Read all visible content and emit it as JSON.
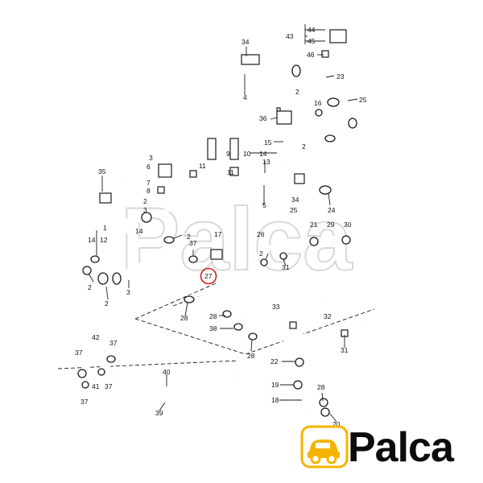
{
  "brand": {
    "logo_text": "Palca",
    "watermark_text": "Palca",
    "logo_color": "#f4b400"
  },
  "highlight_color": "#d21d1d",
  "callouts": [
    {
      "id": "c34a",
      "text": "34"
    },
    {
      "id": "c43",
      "text": "43"
    },
    {
      "id": "c44",
      "text": "44"
    },
    {
      "id": "c45",
      "text": "45"
    },
    {
      "id": "c46",
      "text": "46"
    },
    {
      "id": "c23",
      "text": "23"
    },
    {
      "id": "c4",
      "text": "4"
    },
    {
      "id": "c2a",
      "text": "2"
    },
    {
      "id": "c16",
      "text": "16"
    },
    {
      "id": "c25a",
      "text": "25"
    },
    {
      "id": "c36",
      "text": "36"
    },
    {
      "id": "c2b",
      "text": "2"
    },
    {
      "id": "c15",
      "text": "15"
    },
    {
      "id": "c14a",
      "text": "14"
    },
    {
      "id": "c9",
      "text": "9"
    },
    {
      "id": "c10",
      "text": "10"
    },
    {
      "id": "c3a",
      "text": "3"
    },
    {
      "id": "c6",
      "text": "6"
    },
    {
      "id": "c11a",
      "text": "11"
    },
    {
      "id": "c13",
      "text": "13"
    },
    {
      "id": "c11b",
      "text": "11"
    },
    {
      "id": "c35",
      "text": "35"
    },
    {
      "id": "c7",
      "text": "7"
    },
    {
      "id": "c8",
      "text": "8"
    },
    {
      "id": "c34b",
      "text": "34"
    },
    {
      "id": "c2c",
      "text": "2"
    },
    {
      "id": "c5",
      "text": "5"
    },
    {
      "id": "c24",
      "text": "24"
    },
    {
      "id": "c25b",
      "text": "25"
    },
    {
      "id": "c3b",
      "text": "3"
    },
    {
      "id": "c1",
      "text": "1"
    },
    {
      "id": "c14b",
      "text": "14"
    },
    {
      "id": "c2d",
      "text": "2"
    },
    {
      "id": "c17",
      "text": "17"
    },
    {
      "id": "c26",
      "text": "26"
    },
    {
      "id": "c21",
      "text": "21"
    },
    {
      "id": "c29",
      "text": "29"
    },
    {
      "id": "c30",
      "text": "30"
    },
    {
      "id": "c14c",
      "text": "14"
    },
    {
      "id": "c12",
      "text": "12"
    },
    {
      "id": "c37a",
      "text": "37"
    },
    {
      "id": "c2e",
      "text": "2"
    },
    {
      "id": "c2f",
      "text": "2"
    },
    {
      "id": "c3c",
      "text": "3"
    },
    {
      "id": "c2g",
      "text": "2"
    },
    {
      "id": "c27",
      "text": "27"
    },
    {
      "id": "c31",
      "text": "31"
    },
    {
      "id": "c33",
      "text": "33"
    },
    {
      "id": "c28a",
      "text": "28"
    },
    {
      "id": "c28b",
      "text": "28"
    },
    {
      "id": "c38",
      "text": "38"
    },
    {
      "id": "c32",
      "text": "32"
    },
    {
      "id": "c28c",
      "text": "28"
    },
    {
      "id": "c31b",
      "text": "31"
    },
    {
      "id": "c22",
      "text": "22"
    },
    {
      "id": "c42",
      "text": "42"
    },
    {
      "id": "c37b",
      "text": "37"
    },
    {
      "id": "c37c",
      "text": "37"
    },
    {
      "id": "c37d",
      "text": "37"
    },
    {
      "id": "c41",
      "text": "41"
    },
    {
      "id": "c37e",
      "text": "37"
    },
    {
      "id": "c40",
      "text": "40"
    },
    {
      "id": "c39",
      "text": "39"
    },
    {
      "id": "c19",
      "text": "19"
    },
    {
      "id": "c18",
      "text": "18"
    },
    {
      "id": "c28d",
      "text": "28"
    },
    {
      "id": "c20",
      "text": "20"
    }
  ]
}
